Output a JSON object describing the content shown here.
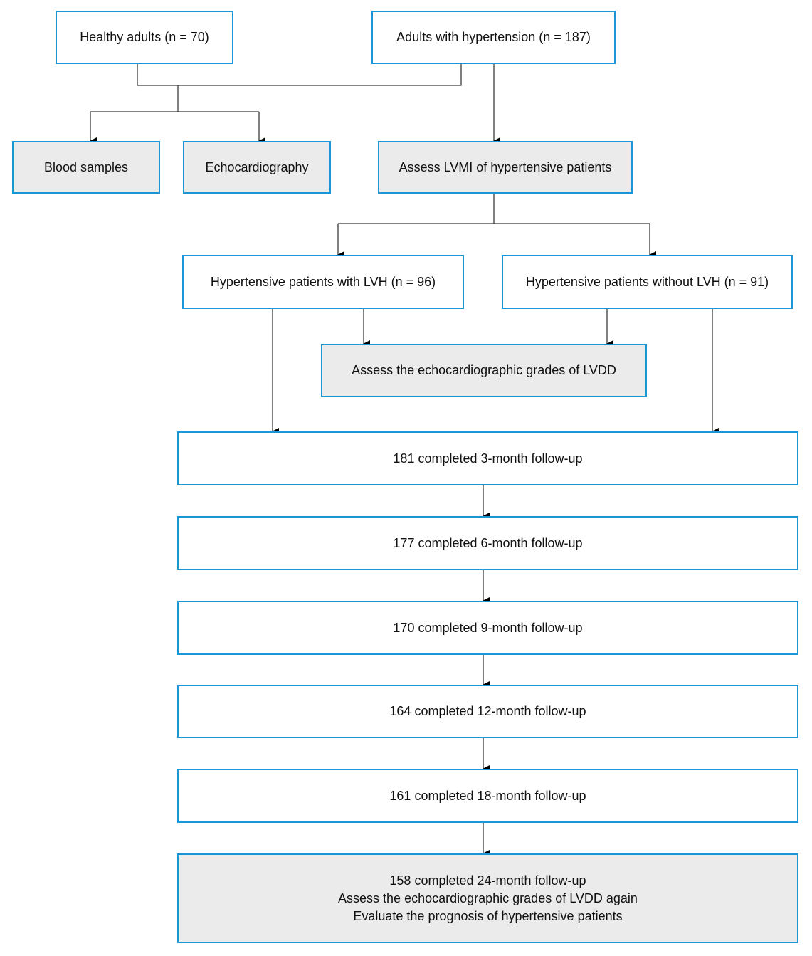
{
  "diagram": {
    "boxes": {
      "healthy_adults": "Healthy adults (n = 70)",
      "adults_hypertension": "Adults with hypertension (n = 187)",
      "blood_samples": "Blood samples",
      "echocardiography": "Echocardiography",
      "assess_lvmi": "Assess LVMI of hypertensive patients",
      "with_lvh": "Hypertensive patients with LVH (n = 96)",
      "without_lvh": "Hypertensive patients without LVH (n = 91)",
      "assess_lvdd": "Assess the echocardiographic grades of LVDD",
      "followup_3": "181 completed 3-month follow-up",
      "followup_6": "177 completed 6-month follow-up",
      "followup_9": "170 completed 9-month follow-up",
      "followup_12": "164 completed 12-month follow-up",
      "followup_18": "161 completed 18-month follow-up",
      "final_line1": "158 completed 24-month follow-up",
      "final_line2": "Assess the echocardiographic grades of LVDD again",
      "final_line3": "Evaluate the prognosis of hypertensive patients"
    },
    "colors": {
      "border": "#1a96d4",
      "grey_fill": "#ebebeb",
      "connector": "#3a3a3a"
    }
  }
}
